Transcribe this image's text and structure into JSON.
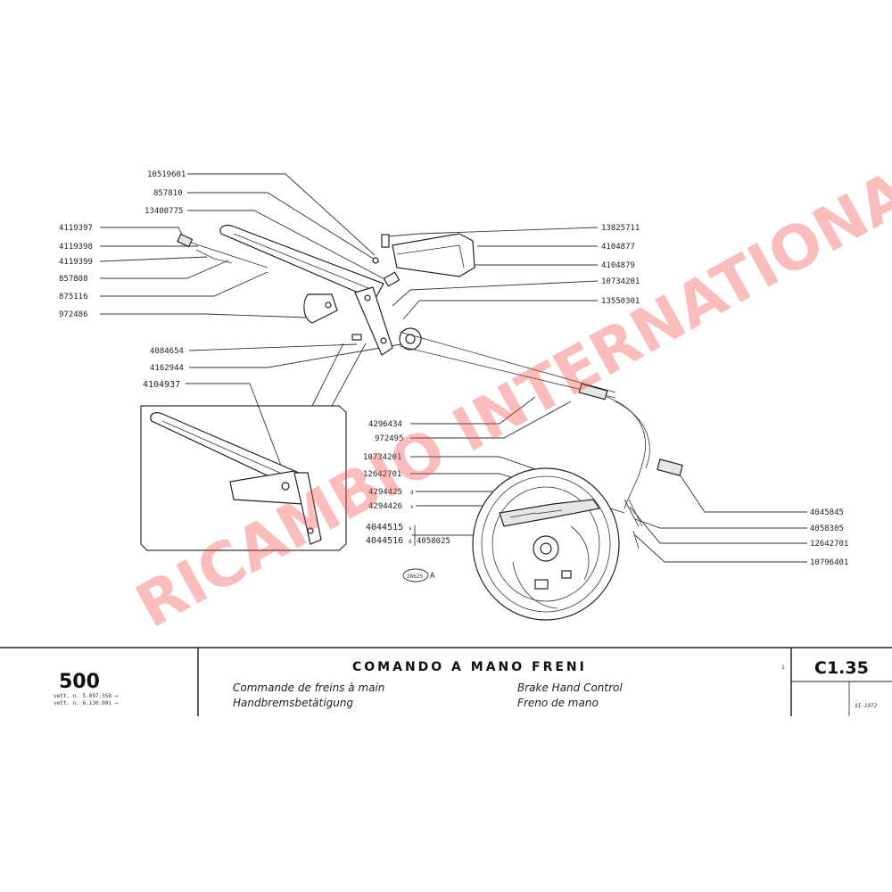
{
  "title_block": {
    "model": "500",
    "chassis_line1": "vett. n. 5.097.358 →",
    "chassis_line2": "vett. n. 6.130.001 →",
    "title_it": "COMANDO A MANO FRENI",
    "title_fr": "Commande de freins à main",
    "title_de": "Handbremsbetätigung",
    "title_en": "Brake Hand Control",
    "title_es": "Freno de mano",
    "mark": "1",
    "table_code": "C1.35",
    "date": "XI-1972"
  },
  "drawing_ref": "28625",
  "drawing_ref_suffix": "A",
  "watermark": "RICAMBIO INTERNATIONAL",
  "watermark_color": "#f55050",
  "part_numbers": {
    "p10519601": "10519601",
    "p857810": "857810",
    "p13400775": "13400775",
    "p4119397": "4119397",
    "p4119398": "4119398",
    "p4119399": "4119399",
    "p857808": "857808",
    "p875116": "875116",
    "p972486": "972486",
    "p4084654": "4084654",
    "p4162944": "4162944",
    "p4104937": "4104937",
    "p13825711": "13825711",
    "p4104877": "4104877",
    "p4104879": "4104879",
    "p10734201a": "10734201",
    "p13550301": "13550301",
    "p4296434": "4296434",
    "p972495": "972495",
    "p10734201b": "10734201",
    "p12642701a": "12642701",
    "p4294425": "4294425",
    "p4294426": "4294426",
    "p4044515": "4044515",
    "p4044516": "4044516",
    "p4058025": "4058025",
    "p4045845": "4045845",
    "p4058305": "4058305",
    "p12642701b": "12642701",
    "p10796401": "10796401"
  },
  "variant_markers": {
    "m4294425": "d",
    "m4294426": "s",
    "m4044515": "s",
    "m4044516": "d"
  }
}
